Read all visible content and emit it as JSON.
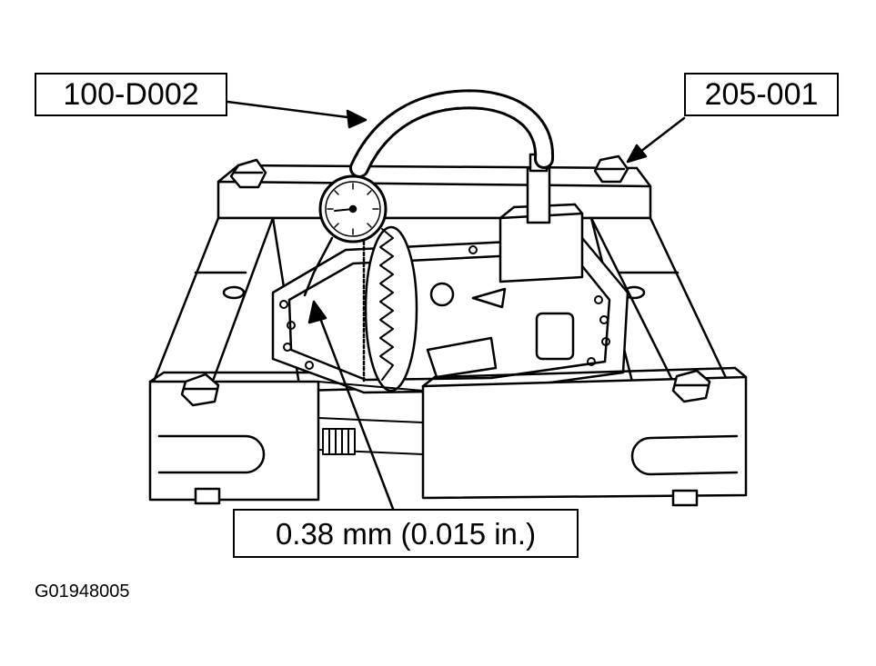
{
  "callouts": {
    "tool_a": "100-D002",
    "tool_b": "205-001",
    "measurement": "0.38 mm (0.015 in.)"
  },
  "figure_id": "G01948005",
  "colors": {
    "line": "#000000",
    "background": "#ffffff"
  }
}
